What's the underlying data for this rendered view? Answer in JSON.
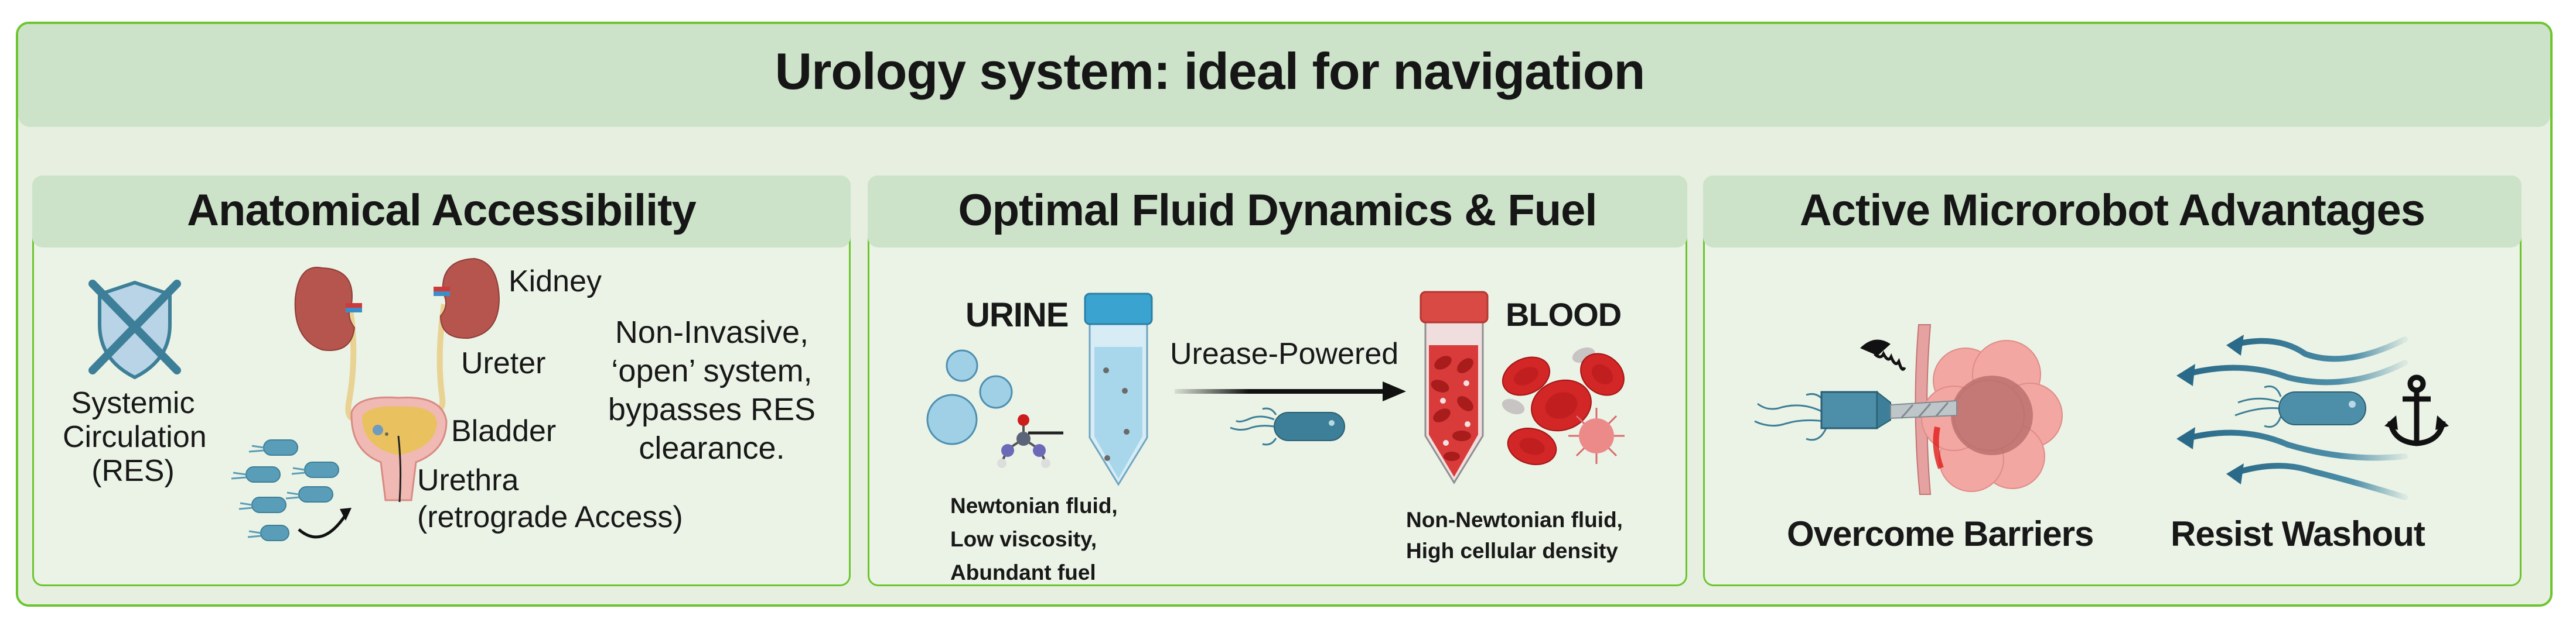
{
  "title": "Urology system: ideal for navigation",
  "colors": {
    "border_green": "#6cc52f",
    "header_fill": "#cce3c9",
    "panel_fill": "#ebf3e6",
    "outer_fill": "#e7efe0",
    "robot_blue": "#3d7f98",
    "blood_red": "#d22a2a",
    "kidney": "#b5554e"
  },
  "panels": [
    {
      "heading": "Anatomical Accessibility",
      "res_icon": "crossed-shield-icon",
      "res_label": [
        "Systemic",
        "Circulation",
        "(RES)"
      ],
      "anatomy_labels": {
        "kidney": "Kidney",
        "ureter": "Ureter",
        "bladder": "Bladder",
        "urethra": "Urethra",
        "urethra_note": "(retrograde  Access)"
      },
      "summary": [
        "Non-Invasive,",
        "‘open’ system,",
        "bypasses RES",
        "clearance."
      ]
    },
    {
      "heading": "Optimal Fluid Dynamics & Fuel",
      "left_label": "URINE",
      "right_label": "BLOOD",
      "arrow_label": "Urease-Powered",
      "left_caption": [
        "Newtonian fluid,",
        "Low viscosity,",
        "Abundant fuel"
      ],
      "right_caption": [
        "Non-Newtonian fluid,",
        "High cellular density"
      ]
    },
    {
      "heading": "Active Microrobot Advantages",
      "items": [
        {
          "label": "Overcome Barriers",
          "icon": "drill-microrobot-icon"
        },
        {
          "label": "Resist Washout",
          "icon": "anchor-icon"
        }
      ]
    }
  ]
}
